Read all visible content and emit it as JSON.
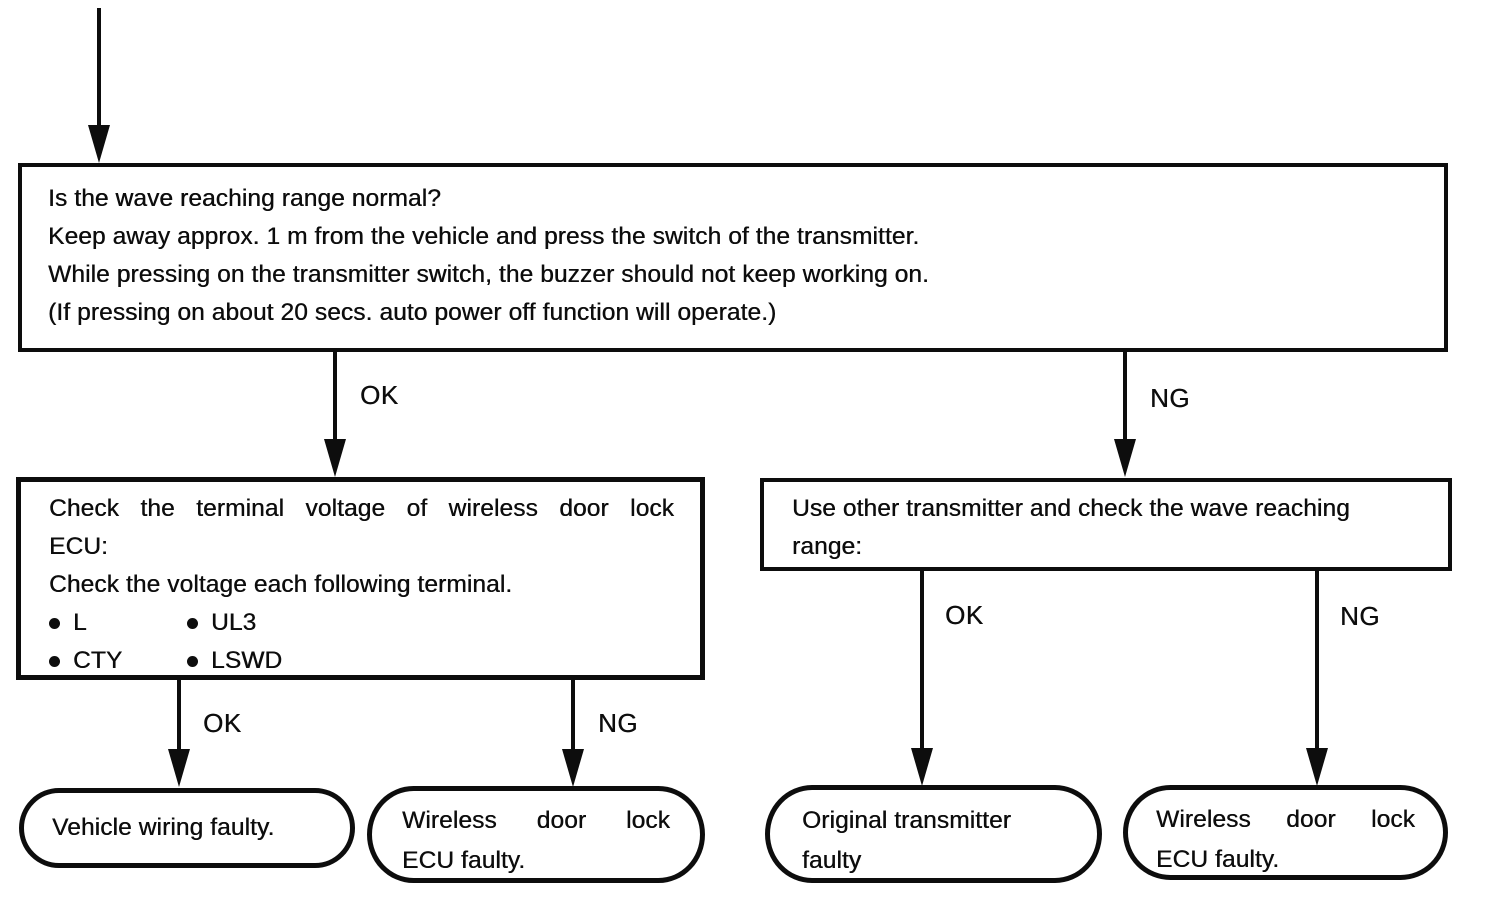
{
  "top_box": {
    "lines": [
      "Is the wave reaching range normal?",
      "Keep away approx. 1 m from the vehicle and press the switch of the transmitter.",
      "While pressing on the transmitter switch, the buzzer should not keep working on.",
      "(If pressing on about 20 secs. auto power off function will operate.)"
    ]
  },
  "labels": {
    "top_ok": "OK",
    "top_ng": "NG",
    "left_ok": "OK",
    "left_ng": "NG",
    "right_ok": "OK",
    "right_ng": "NG"
  },
  "left_box": {
    "line1": "Check the terminal voltage of wireless door lock",
    "line2": "ECU:",
    "line3": "Check the voltage each following terminal.",
    "terminal_rows": [
      {
        "col1": "L",
        "col2": "UL3"
      },
      {
        "col1": "CTY",
        "col2": "LSWD"
      }
    ]
  },
  "right_box": {
    "line1": "Use other transmitter and check the wave reaching",
    "line2": "range:"
  },
  "results": {
    "vehicle_wiring": {
      "line1": "Vehicle wiring faulty."
    },
    "wireless_ecu_left": {
      "line1": "Wireless door lock",
      "line2": "ECU faulty."
    },
    "original_transmitter": {
      "line1": "Original transmitter",
      "line2": "faulty"
    },
    "wireless_ecu_right": {
      "line1": "Wireless door lock",
      "line2": "ECU faulty."
    }
  },
  "colors": {
    "ink": "#0d0d0d",
    "paper": "#ffffff"
  }
}
